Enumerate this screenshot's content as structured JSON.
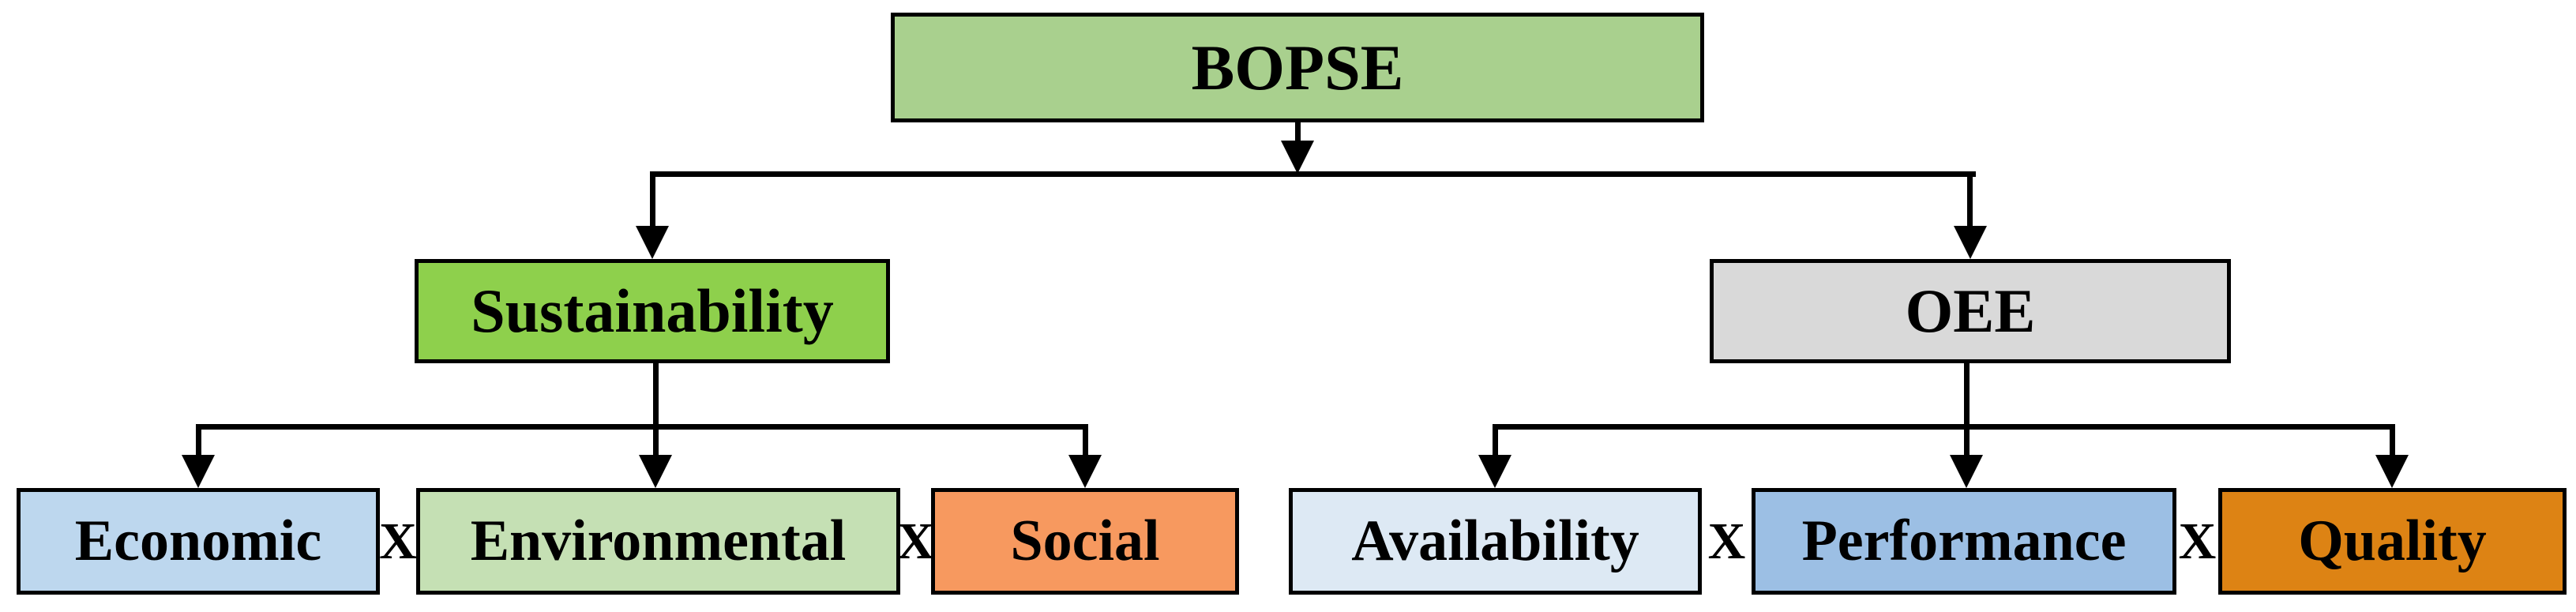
{
  "figure": {
    "type": "hierarchy-diagram",
    "background": "#ffffff",
    "line_color": "#000000",
    "border_color": "#000000",
    "text_color": "#000000",
    "root": {
      "id": "bopse",
      "label": "BOPSE",
      "fill": "#a9d08e"
    },
    "branches": [
      {
        "parent": {
          "id": "sustainability",
          "label": "Sustainability",
          "fill": "#8ed04c"
        },
        "operator": "X",
        "children": [
          {
            "id": "economic",
            "label": "Economic",
            "fill": "#bdd7ee"
          },
          {
            "id": "environmental",
            "label": "Environmental",
            "fill": "#c5e0b4"
          },
          {
            "id": "social",
            "label": "Social",
            "fill": "#f7995f"
          }
        ]
      },
      {
        "parent": {
          "id": "oee",
          "label": "OEE",
          "fill": "#d9d9d9"
        },
        "operator": "X",
        "children": [
          {
            "id": "availability",
            "label": "Availability",
            "fill": "#dde9f4"
          },
          {
            "id": "performance",
            "label": "Performance",
            "fill": "#9cbfe4"
          },
          {
            "id": "quality",
            "label": "Quality",
            "fill": "#dd8314"
          }
        ]
      }
    ],
    "edges": [
      {
        "from": "BOPSE",
        "to": "Sustainability"
      },
      {
        "from": "BOPSE",
        "to": "OEE"
      },
      {
        "from": "Sustainability",
        "to": "Economic"
      },
      {
        "from": "Sustainability",
        "to": "Environmental"
      },
      {
        "from": "Sustainability",
        "to": "Social"
      },
      {
        "from": "OEE",
        "to": "Availability"
      },
      {
        "from": "OEE",
        "to": "Performance"
      },
      {
        "from": "OEE",
        "to": "Quality"
      }
    ]
  }
}
